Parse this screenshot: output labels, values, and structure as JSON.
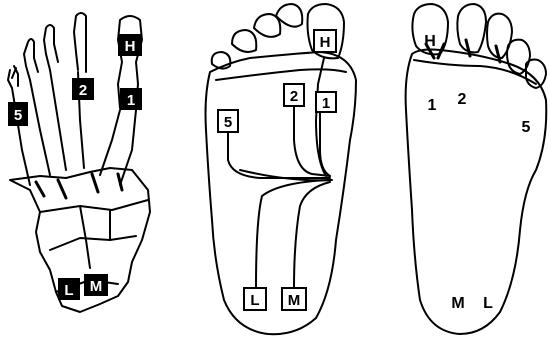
{
  "panels": {
    "skeleton": {
      "labels": {
        "h": "H",
        "one": "1",
        "two": "2",
        "five": "5",
        "l": "L",
        "m": "M"
      }
    },
    "outline": {
      "labels": {
        "h": "H",
        "one": "1",
        "two": "2",
        "five": "5",
        "l": "L",
        "m": "M"
      }
    },
    "sole": {
      "labels": {
        "h": "H",
        "one": "1",
        "two": "2",
        "five": "5",
        "m": "M",
        "l": "L"
      }
    }
  },
  "colors": {
    "ink": "#000000",
    "paper": "#ffffff"
  }
}
